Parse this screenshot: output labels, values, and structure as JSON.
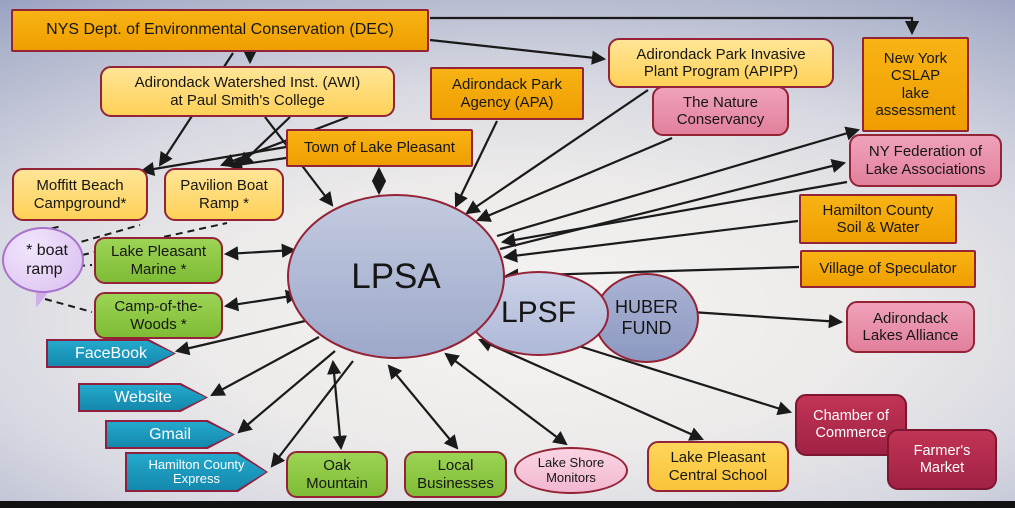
{
  "diagram": {
    "nodes": {
      "dec": {
        "label": "NYS Dept. of Environmental Conservation (DEC)"
      },
      "awi": {
        "label": "Adirondack Watershed Inst. (AWI)\nat Paul Smith's College"
      },
      "apa": {
        "label": "Adirondack Park\nAgency (APA)"
      },
      "apipp": {
        "label": "Adirondack Park Invasive\nPlant Program (APIPP)"
      },
      "tnc": {
        "label": "The Nature\nConservancy"
      },
      "cslap": {
        "label": "New York\nCSLAP\nlake\nassessment"
      },
      "nyfola": {
        "label": "NY Federation of\nLake Associations"
      },
      "town": {
        "label": "Town of Lake Pleasant"
      },
      "moffitt": {
        "label": "Moffitt Beach\nCampground*"
      },
      "pavilion": {
        "label": "Pavilion Boat\nRamp *"
      },
      "boat_ramp_note": {
        "label": "* boat\nramp"
      },
      "marine": {
        "label": "Lake Pleasant\nMarine *"
      },
      "camp": {
        "label": "Camp-of-the-\nWoods *"
      },
      "facebook": {
        "label": "FaceBook"
      },
      "website": {
        "label": "Website"
      },
      "gmail": {
        "label": "Gmail"
      },
      "hc_express": {
        "label": "Hamilton County\nExpress"
      },
      "lpsa": {
        "label": "LPSA"
      },
      "lpsf": {
        "label": "LPSF"
      },
      "huber_fund": {
        "label": "HUBER\nFUND"
      },
      "hcsw": {
        "label": "Hamilton County\nSoil & Water"
      },
      "village": {
        "label": "Village of Speculator"
      },
      "alliance": {
        "label": "Adirondack\nLakes Alliance"
      },
      "oak": {
        "label": "Oak\nMountain"
      },
      "local": {
        "label": "Local\nBusinesses"
      },
      "monitors": {
        "label": "Lake Shore\nMonitors"
      },
      "school": {
        "label": "Lake Pleasant\nCentral School"
      },
      "chamber": {
        "label": "Chamber of\nCommerce"
      },
      "farmers": {
        "label": "Farmer's\nMarket"
      }
    },
    "colors": {
      "gold": "#F2A300",
      "light_gold": "#FFDD77",
      "pink": "#E88FA8",
      "light_pink": "#F6C9DE",
      "green": "#8DC63F",
      "teal": "#1A9CC0",
      "dark_red": "#B02A4C",
      "lavender": "#DFC7F2",
      "ellipse_blue": "#AEB7D6",
      "border_maroon": "#942336",
      "arrow_black": "#1A1A1A"
    }
  }
}
